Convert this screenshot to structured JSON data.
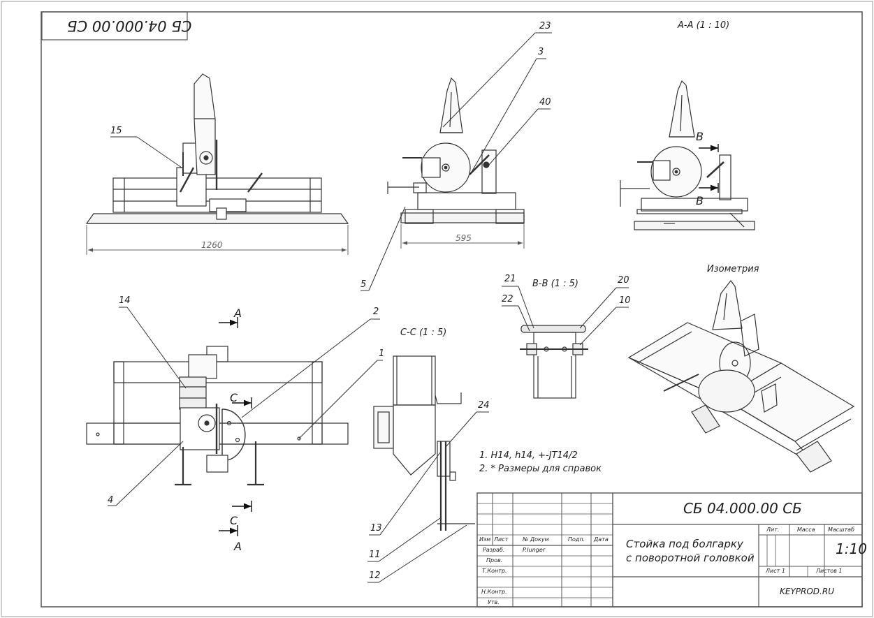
{
  "drawing": {
    "rotated_code": "СБ 04.000.00 СБ",
    "section_views": {
      "aa": "А-А (1 : 10)",
      "bb": "В-В (1 : 5)",
      "cc": "С-С (1 : 5)",
      "iso": "Изометрия"
    },
    "dimensions": {
      "width_front": "1260",
      "width_side": "595"
    },
    "cut_marks": {
      "a_top": "А",
      "a_bottom": "А",
      "c_top": "С",
      "c_bottom": "С",
      "b_top": "В",
      "b_bottom": "В"
    },
    "callouts": {
      "p1": "1",
      "p2": "2",
      "p3": "3",
      "p4": "4",
      "p5": "5",
      "p10": "10",
      "p11": "11",
      "p12": "12",
      "p13": "13",
      "p14": "14",
      "p15": "15",
      "p20": "20",
      "p21": "21",
      "p22": "22",
      "p23": "23",
      "p24": "24",
      "p40": "40"
    },
    "notes": [
      "1. H14, h14, +-JT14/2",
      "2. * Размеры для справок"
    ]
  },
  "title_block": {
    "code": "СБ 04.000.00 СБ",
    "name_line1": "Стойка под болгарку",
    "name_line2": "с поворотной головкой",
    "col_headers": {
      "izm": "Изм",
      "list": "Лист",
      "doc_no": "№ Докум",
      "sign": "Подп.",
      "date": "Дата"
    },
    "row_labels": {
      "razrab": "Разраб.",
      "prov": "Пров.",
      "tkontr": "Т.Контр.",
      "nkontr": "Н.Контр.",
      "utv": "Утв."
    },
    "developer": "P.Iunger",
    "lit_label": "Лит.",
    "mass_label": "Масса",
    "scale_label": "Масштаб",
    "scale_value": "1:10",
    "sheet_label": "Лист 1",
    "sheets_label": "Листов 1",
    "company": "KEYPROD.RU"
  }
}
